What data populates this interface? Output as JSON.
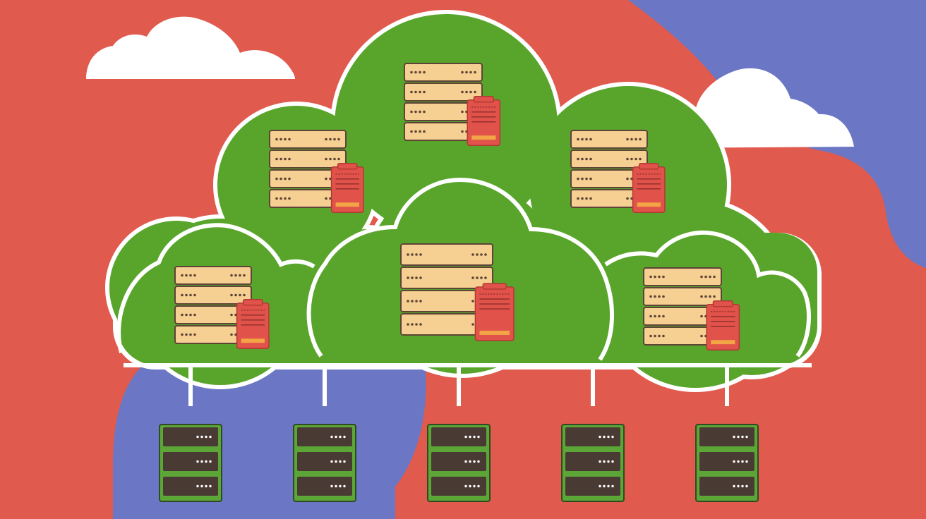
{
  "colors": {
    "background_red": "#E05A4E",
    "background_blue": "#6B77C4",
    "cloud_green": "#59A52C",
    "cloud_outline": "#FFFFFF",
    "sky_cloud": "#FFFFFF",
    "server_beige": "#F6CF92",
    "server_outline": "#5E4436",
    "document_red": "#E0524A",
    "document_stripe": "#F2A446",
    "rack_green": "#5CA637",
    "rack_dark": "#4A3A34",
    "connector": "#FFFFFF"
  },
  "diagram": {
    "description_icons": [
      "sky-cloud-icon",
      "green-cloud-icon",
      "server-stack-icon",
      "document-icon",
      "server-rack-icon"
    ],
    "cloud_server_count": 6,
    "ground_rack_count": 5,
    "units_per_server_stack": 4,
    "units_per_ground_rack": 3
  }
}
